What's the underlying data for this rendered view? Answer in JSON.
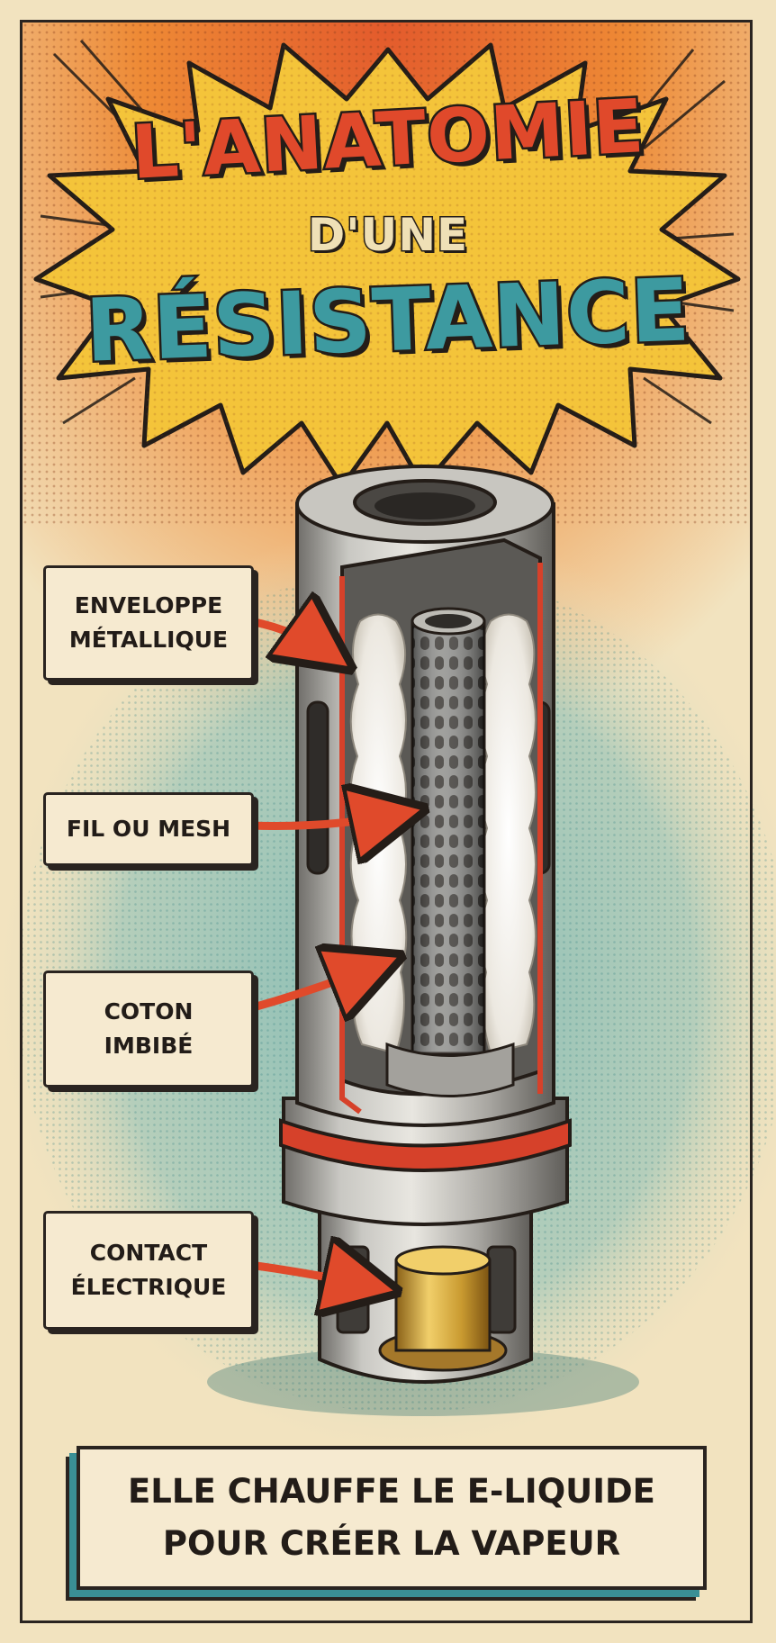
{
  "title": {
    "line1": "L'ANATOMIE",
    "line2": "D'UNE",
    "line3": "RÉSISTANCE"
  },
  "labels": [
    {
      "lines": [
        "ENVELOPPE",
        "MÉTALLIQUE"
      ]
    },
    {
      "lines": [
        "FIL OU MESH"
      ]
    },
    {
      "lines": [
        "COTON",
        "IMBIBÉ"
      ]
    },
    {
      "lines": [
        "CONTACT",
        "ÉLECTRIQUE"
      ]
    }
  ],
  "caption": {
    "line1": "ELLE CHAUFFE LE E-LIQUIDE",
    "line2": "POUR CRÉER LA VAPEUR"
  },
  "colors": {
    "red": "#e0492b",
    "orange": "#ee8a2e",
    "yellow": "#f4c43a",
    "teal": "#3d9aa0",
    "cream": "#f2e3bf",
    "ink": "#241d18",
    "steel": "#a6a6a2",
    "brass": "#d2a43a"
  }
}
